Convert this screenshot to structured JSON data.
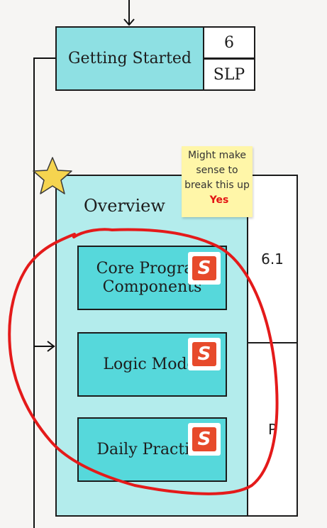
{
  "getting_started": {
    "label": "Getting Started",
    "number": "6",
    "code": "SLP"
  },
  "overview": {
    "title": "Overview",
    "side_top": "6.1",
    "side_bottom": "P",
    "items": [
      {
        "label": "Core Program Components",
        "badge_icon": "slides-icon"
      },
      {
        "label": "Logic Model",
        "badge_icon": "slides-icon"
      },
      {
        "label": "Daily Practice",
        "badge_icon": "slides-icon"
      }
    ],
    "badge_letter": "S"
  },
  "sticky_note": {
    "text": "Might make sense to break this up",
    "reply": "Yes"
  },
  "colors": {
    "block_teal": "#8ee0e3",
    "container_teal": "#b3ecec",
    "item_teal": "#56d8db",
    "annotation_red": "#e31414",
    "star_yellow": "#f5d44f",
    "sticky_yellow": "#fff6a8"
  }
}
